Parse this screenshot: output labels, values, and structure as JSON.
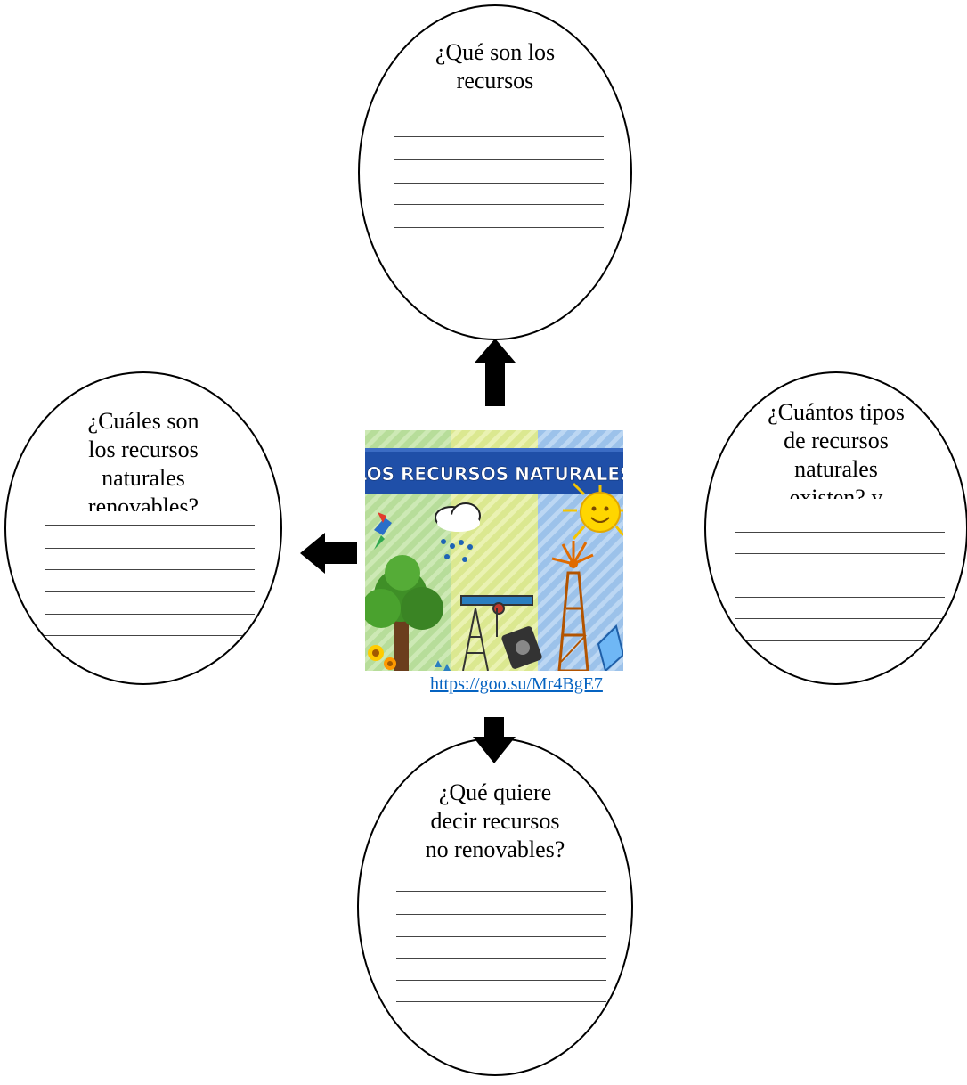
{
  "top": {
    "question": "¿Qué son los\nrecursos"
  },
  "left": {
    "question": "¿Cuáles son\nlos recursos\nnaturales\nrenovables?"
  },
  "right": {
    "question": "¿Cuántos tipos\nde recursos\nnaturales\nexisten? y"
  },
  "bottom": {
    "question": "¿Qué quiere\ndecir recursos\nno renovables?"
  },
  "center": {
    "banner_title": "LOS RECURSOS NATURALES",
    "link_text": "https://goo.su/Mr4BgE7"
  },
  "colors": {
    "link": "#0563c1",
    "banner": "#1f4fa8"
  }
}
